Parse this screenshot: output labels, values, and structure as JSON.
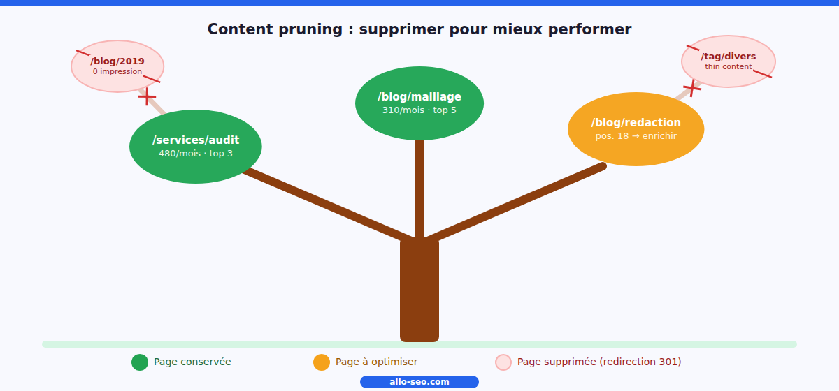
{
  "diagram": {
    "title": "Content pruning : supprimer pour mieux performer",
    "nodes": [
      {
        "text": [
          "/blog/2019",
          "0 impression"
        ]
      },
      {
        "text": [
          "/services/audit",
          "480/mois · top 3"
        ]
      },
      {
        "text": [
          "/blog/maillage",
          "310/mois · top 5"
        ]
      },
      {
        "text": [
          "/blog/redaction",
          "pos. 18 → enrichir"
        ]
      },
      {
        "text": [
          "/tag/divers",
          "thin content"
        ]
      }
    ],
    "edges": [
      {
        "from": 1,
        "to": 0,
        "arrow": "none"
      },
      {
        "from": 3,
        "to": 4,
        "arrow": "none"
      }
    ],
    "labels": [
      "allo-seo.com"
    ],
    "legend": [
      {
        "text": "Page conservée",
        "color": "#22a352"
      },
      {
        "text": "Page à optimiser",
        "color": "#f5a21b"
      },
      {
        "text": "Page supprimée (redirection 301)",
        "color": "#fde2e2"
      }
    ]
  }
}
